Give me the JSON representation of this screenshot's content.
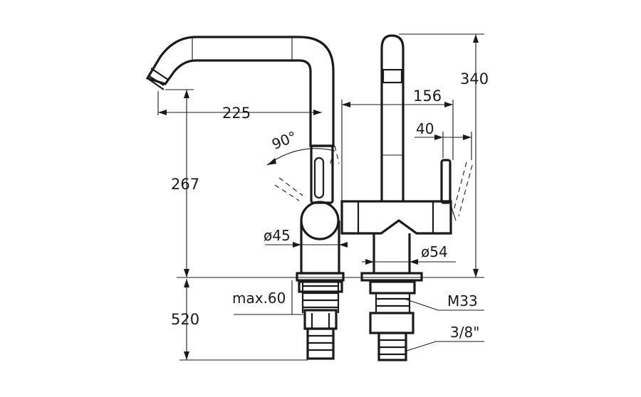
{
  "dimensions": {
    "spout_reach": "225",
    "height_to_spout": "267",
    "total_height": "340",
    "base_to_lever_width": "156",
    "lever_offset": "40",
    "swivel_angle": "90°",
    "body_diameter": "ø45",
    "base_diameter": "ø54",
    "max_deck_thickness": "max.60",
    "hose_length": "520",
    "thread": "M33",
    "connection": "3/8\""
  },
  "colors": {
    "line": "#1a1a1a",
    "background": "#ffffff"
  }
}
